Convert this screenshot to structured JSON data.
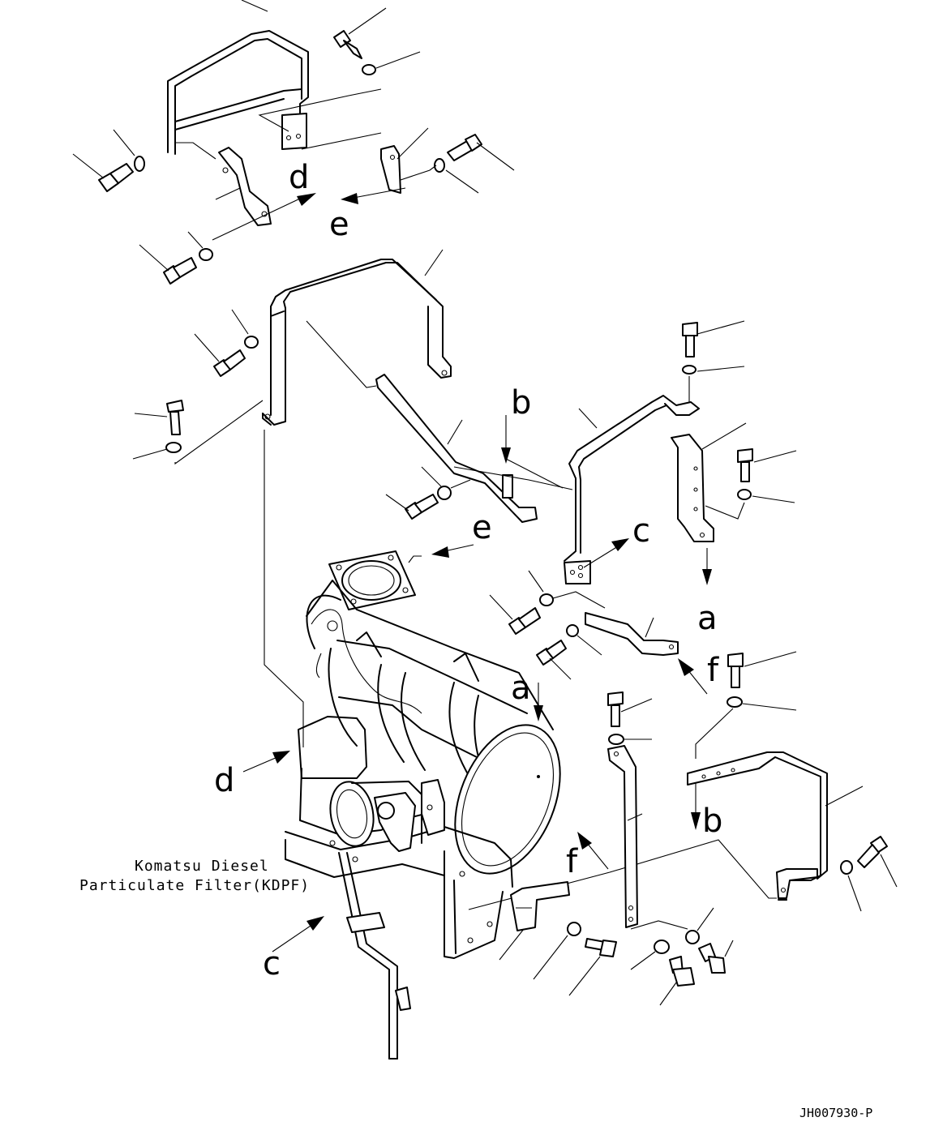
{
  "callouts": {
    "a_upper": "a",
    "a_lower": "a",
    "b_upper": "b",
    "b_lower": "b",
    "c_upper": "c",
    "c_lower": "c",
    "d_upper": "d",
    "d_lower": "d",
    "e_upper": "e",
    "e_middle": "e",
    "f_upper": "f",
    "f_lower": "f"
  },
  "caption": {
    "line1": "Komatsu Diesel",
    "line2": "Particulate Filter(KDPF)"
  },
  "drawing_number": "JH007930-P"
}
